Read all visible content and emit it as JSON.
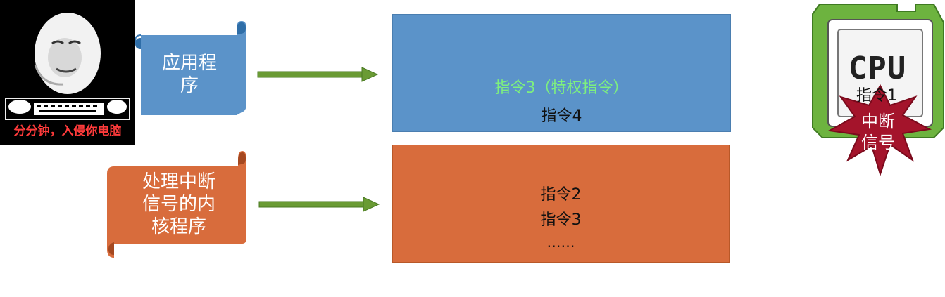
{
  "meme": {
    "caption": "分分钟，入侵你电脑"
  },
  "scroll_user": {
    "line1": "应用程",
    "line2": "序"
  },
  "scroll_kernel": {
    "line1": "处理中断",
    "line2": "信号的内",
    "line3": "核程序"
  },
  "box_user": {
    "instr_privileged": "指令3（特权指令）",
    "instr_4": "指令4"
  },
  "box_kernel": {
    "instr_2": "指令2",
    "instr_3": "指令3",
    "ellipsis": "……"
  },
  "cpu": {
    "label": "CPU",
    "current_instr": "指令1"
  },
  "interrupt": {
    "line1": "中断",
    "line2": "信号"
  },
  "colors": {
    "user_box": "#5b93c9",
    "kernel_box": "#d86c3c",
    "arrow": "#6a9b34",
    "privileged_text": "#7ef07e",
    "burst": "#a4142b",
    "cpu_chip": "#6db33f"
  }
}
